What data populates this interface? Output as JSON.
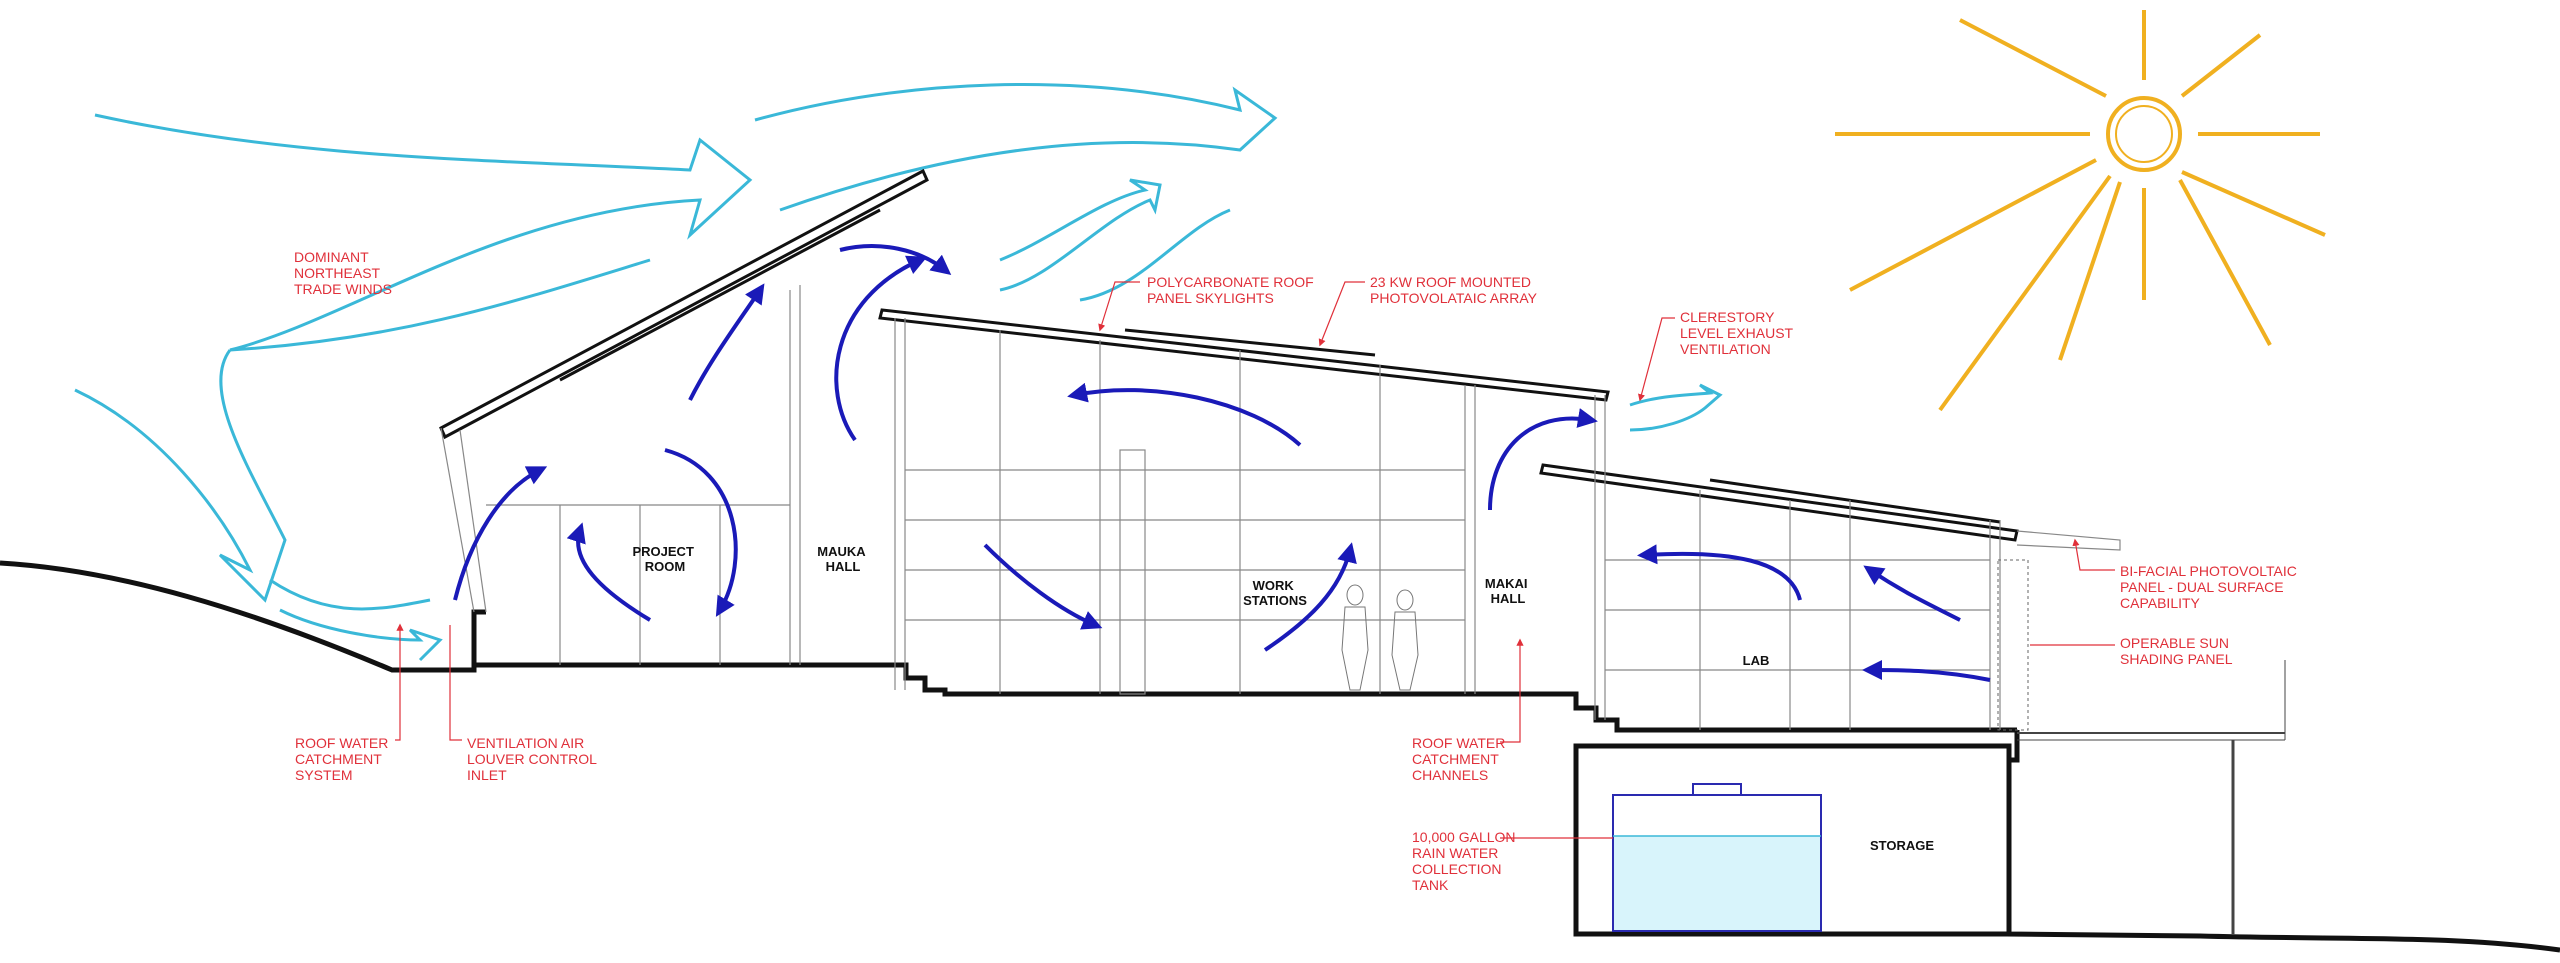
{
  "colors": {
    "wind": "#3ab8d8",
    "airflow": "#1a1ab8",
    "annotation": "#e0303a",
    "sun": "#f0b020",
    "water": "#d8f4fb",
    "tank": "#2a2ab0"
  },
  "annotations": {
    "trade_winds": [
      "DOMINANT",
      "NORTHEAST",
      "TRADE WINDS"
    ],
    "skylights": [
      "POLYCARBONATE ROOF",
      "PANEL SKYLIGHTS"
    ],
    "pv_array": [
      "23 KW ROOF MOUNTED",
      "PHOTOVOLATAIC ARRAY"
    ],
    "clerestory": [
      "CLERESTORY",
      "LEVEL EXHAUST",
      "VENTILATION"
    ],
    "bifacial": [
      "BI-FACIAL PHOTOVOLTAIC",
      "PANEL - DUAL SURFACE",
      "CAPABILITY"
    ],
    "sun_shading": [
      "OPERABLE SUN",
      "SHADING PANEL"
    ],
    "roof_catchment": [
      "ROOF WATER",
      "CATCHMENT",
      "SYSTEM"
    ],
    "louver": [
      "VENTILATION AIR",
      "LOUVER CONTROL",
      "INLET"
    ],
    "catchment_channels": [
      "ROOF WATER",
      "CATCHMENT",
      "CHANNELS"
    ],
    "tank": [
      "10,000 GALLON",
      "RAIN WATER",
      "COLLECTION",
      "TANK"
    ]
  },
  "rooms": {
    "project_room": [
      "PROJECT",
      "ROOM"
    ],
    "mauka_hall": [
      "MAUKA",
      "HALL"
    ],
    "work_stations": [
      "WORK",
      "STATIONS"
    ],
    "makai_hall": [
      "MAKAI",
      "HALL"
    ],
    "lab": [
      "LAB"
    ],
    "storage": [
      "STORAGE"
    ]
  }
}
